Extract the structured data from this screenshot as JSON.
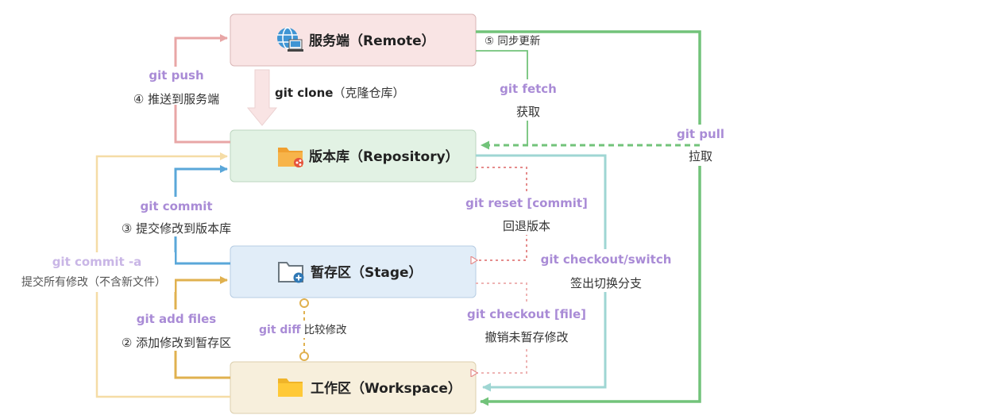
{
  "nodes": {
    "remote": "服务端（Remote）",
    "repository": "版本库（Repository）",
    "stage": "暂存区（Stage）",
    "workspace": "工作区（Workspace）"
  },
  "flows": {
    "push_cmd": "git push",
    "push_desc": "④ 推送到服务端",
    "clone": "git clone",
    "clone_desc": "（克隆仓库）",
    "sync": "⑤ 同步更新",
    "fetch_cmd": "git fetch",
    "fetch_desc": "获取",
    "pull_cmd": "git pull",
    "pull_desc": "拉取",
    "commit_cmd": "git commit",
    "commit_desc": "③ 提交修改到版本库",
    "commit_a_cmd": "git commit -a",
    "commit_a_desc": "提交所有修改（不含新文件）",
    "reset_cmd": "git reset [commit]",
    "reset_desc": "回退版本",
    "checkout_switch_cmd": "git checkout/switch",
    "checkout_switch_desc": "签出切换分支",
    "add_cmd": "git add files",
    "add_desc": "② 添加修改到暂存区",
    "diff_cmd": "git diff",
    "diff_desc": "比较修改",
    "checkout_file_cmd": "git checkout [file]",
    "checkout_file_desc": "撤销未暂存修改"
  },
  "icons": {
    "remote": "globe-computer-icon",
    "repository": "folder-share-icon",
    "stage": "folder-plus-icon",
    "workspace": "folder-icon"
  },
  "colors": {
    "remote_fill": "#f9e4e4",
    "repository_fill": "#e2f2e4",
    "stage_fill": "#e1edf8",
    "workspace_fill": "#f7efdc",
    "push": "#e8a6a6",
    "commit": "#5aa7d9",
    "add": "#e0b14f",
    "commit_a": "#f5dca6",
    "pull": "#72c37a",
    "checkout": "#9fd6d3",
    "reset": "#e58c8c",
    "command_text": "#a98bd6"
  }
}
